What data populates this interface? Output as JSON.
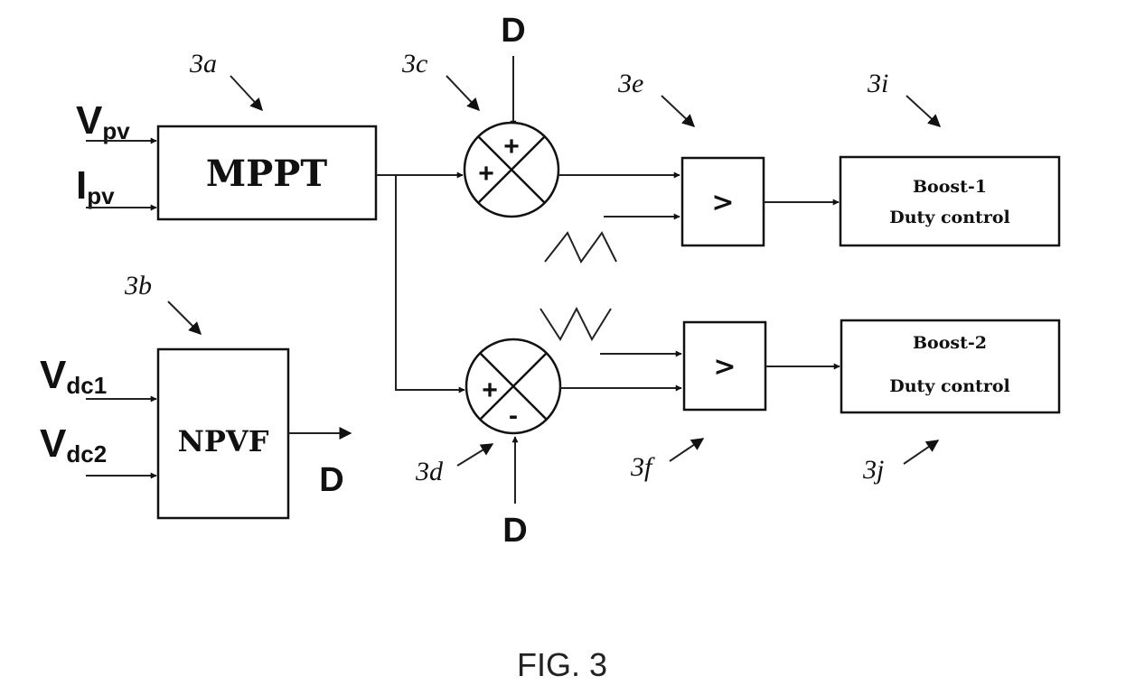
{
  "caption": "FIG. 3",
  "signals": {
    "vpv_main": "V",
    "vpv_sub": "pv",
    "ipv_main": "I",
    "ipv_sub": "pv",
    "vdc1_main": "V",
    "vdc1_sub": "dc1",
    "vdc2_main": "V",
    "vdc2_sub": "dc2",
    "d_top": "D",
    "d_bottom": "D",
    "d_out": "D"
  },
  "blocks": {
    "mppt": "MPPT",
    "npvf": "NPVF",
    "comparator_1": ">",
    "comparator_2": ">",
    "boost1_line1": "Boost-1",
    "boost1_line2": "Duty control",
    "boost2_line1": "Boost-2",
    "boost2_line2": "Duty control"
  },
  "summers": {
    "top_sign_a": "+",
    "top_sign_b": "+",
    "bottom_sign_a": "+",
    "bottom_sign_b": "-"
  },
  "refs": {
    "r3a": "3a",
    "r3b": "3b",
    "r3c": "3c",
    "r3d": "3d",
    "r3e": "3e",
    "r3f": "3f",
    "r3i": "3i",
    "r3j": "3j"
  }
}
